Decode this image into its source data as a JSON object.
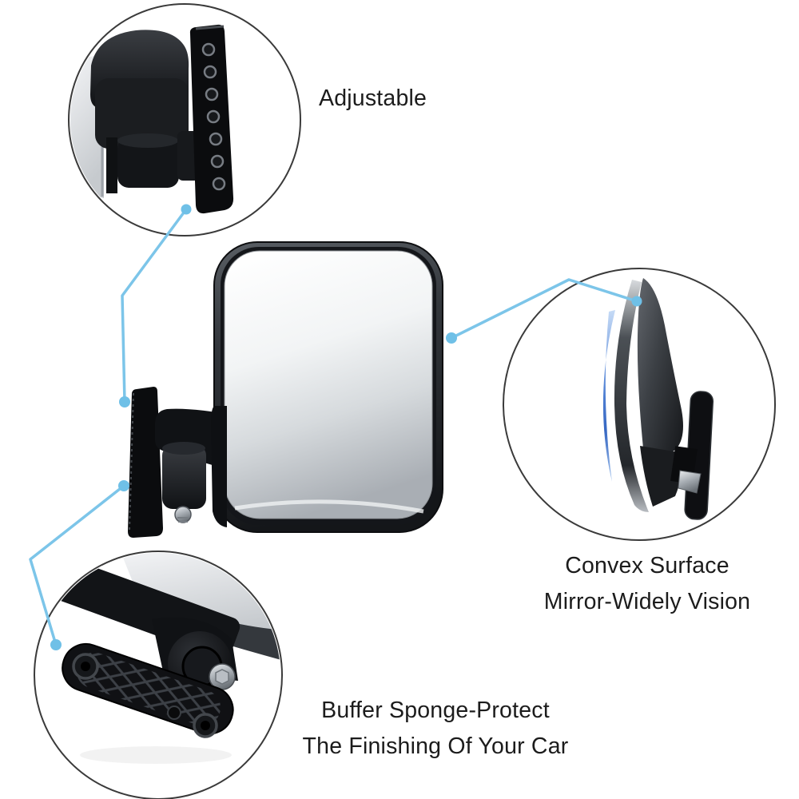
{
  "figure": {
    "type": "product-photo",
    "subject": "Black golf-cart side rear-view mirror with three circular zoom callouts"
  },
  "callouts": {
    "adjustable": {
      "label": "Adjustable"
    },
    "convex": {
      "line1": "Convex Surface",
      "line2": "Mirror-Widely Vision"
    },
    "buffer": {
      "line1": "Buffer Sponge-Protect",
      "line2": "The Finishing Of Your Car"
    }
  },
  "colors": {
    "background": "#ffffff",
    "text": "#1c1c1c",
    "connector_blue": "#7cc5e9",
    "connector_dot_blue": "#6fc0e7",
    "circle_border": "#3a3a3a",
    "housing_black": "#17191c",
    "glass_light": "#f7f8fa",
    "glass_shadow": "#aeb3b9",
    "chrome_silver": "#c2c6cb",
    "convex_accent_blue": "#4577cd"
  }
}
